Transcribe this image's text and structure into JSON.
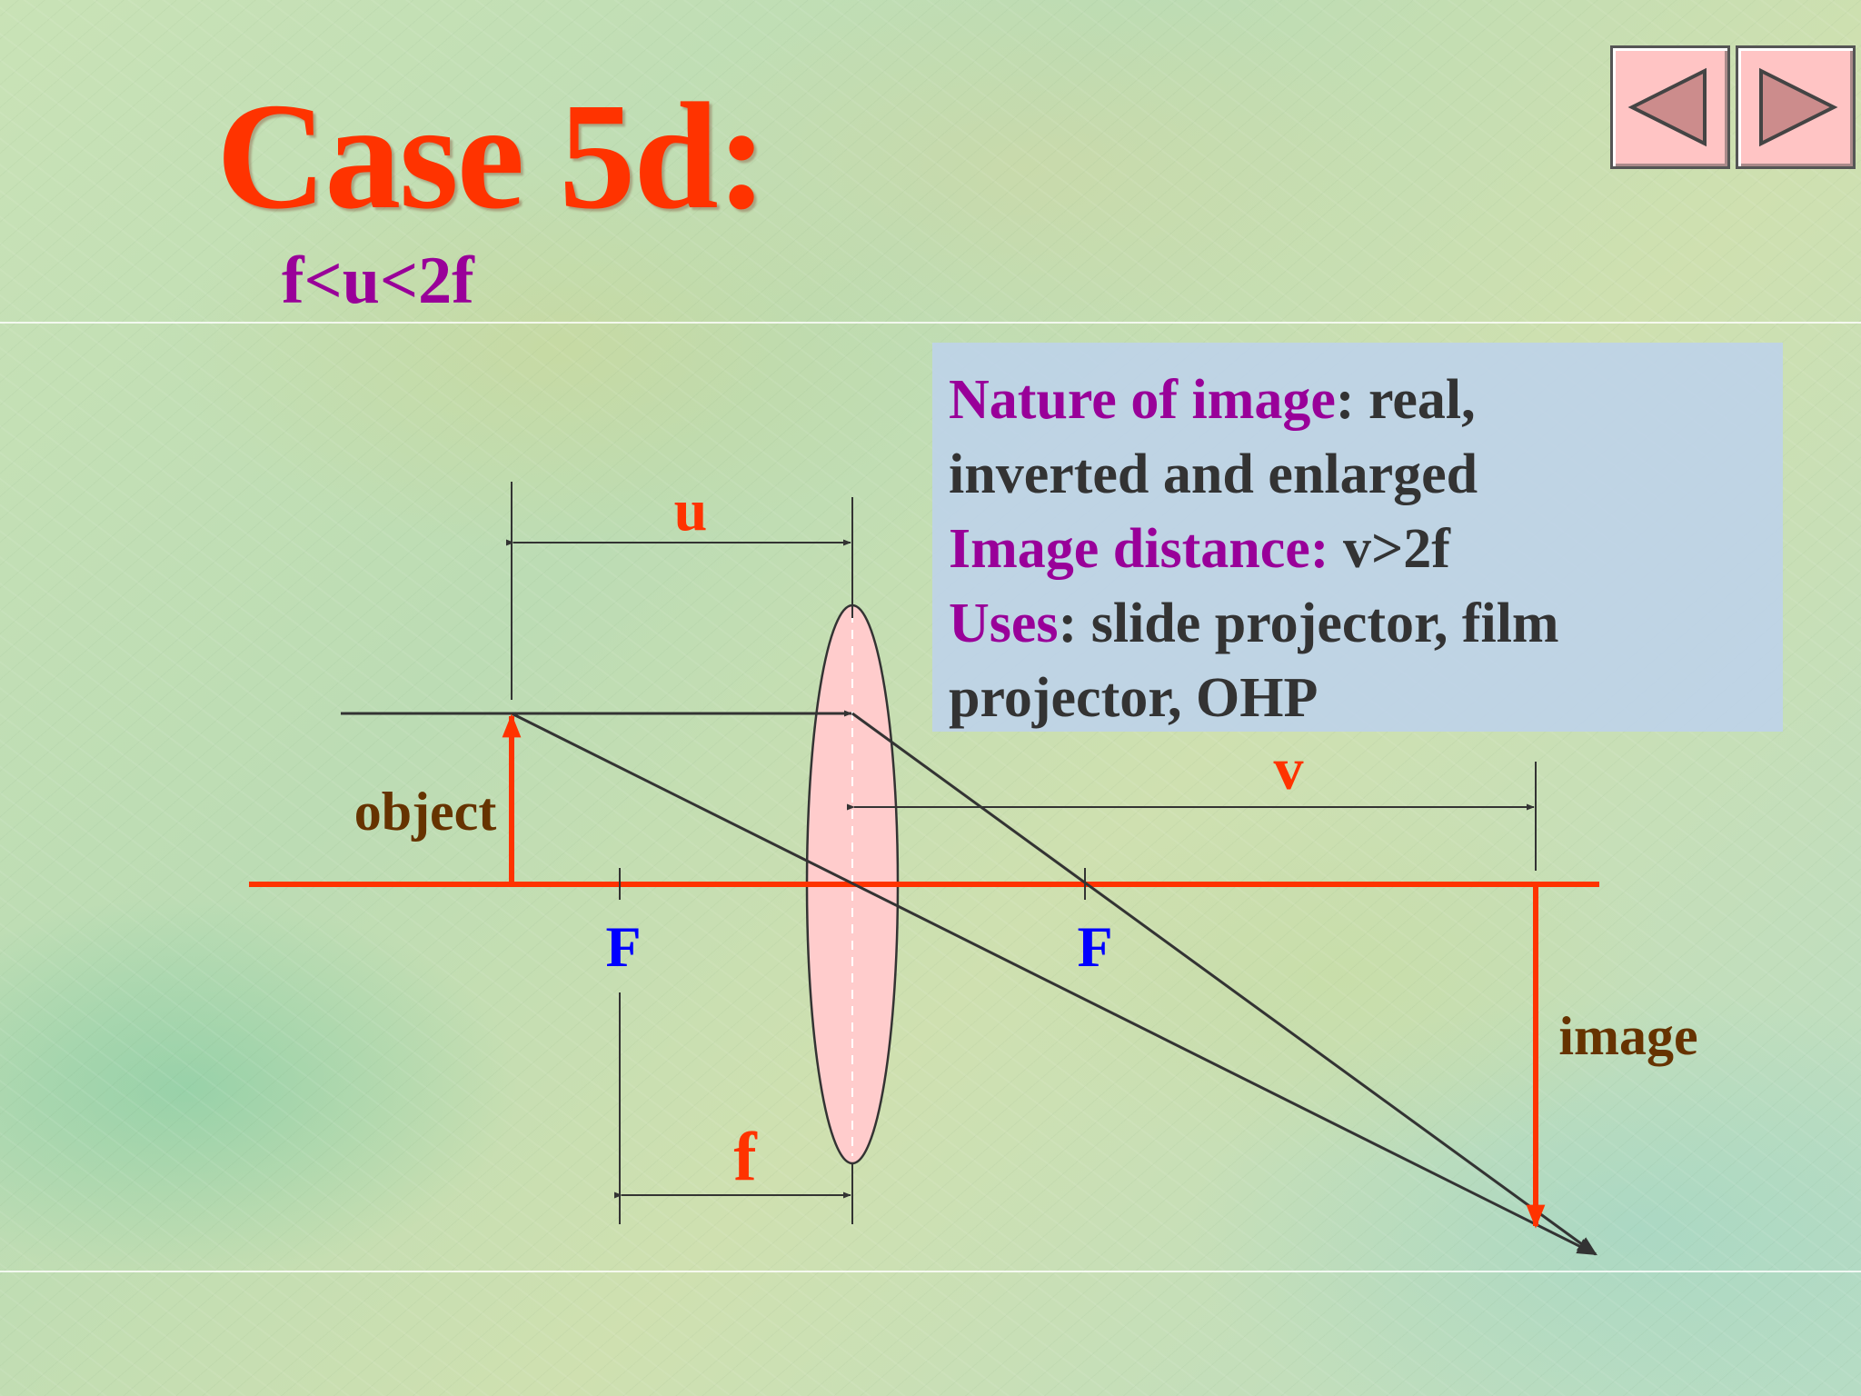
{
  "slide": {
    "title": "Case 5d:",
    "subtitle": "f<u<2f"
  },
  "navigation": {
    "previous_icon": "triangle-left-icon",
    "next_icon": "triangle-right-icon"
  },
  "info_box": {
    "line1_label": "Nature of image",
    "line1_value": ": real,",
    "line2_value": "inverted and enlarged",
    "line3_label": "Image distance:",
    "line3_value": " v>2f",
    "line4_label": "Uses",
    "line4_value": ": slide projector, film",
    "line5_value": "projector, OHP"
  },
  "diagram": {
    "label_u": "u",
    "label_v": "v",
    "label_f": "f",
    "label_focal_left": "F",
    "label_focal_right": "F",
    "label_object": "object",
    "label_image": "image"
  },
  "colors": {
    "title": "#ff3300",
    "subtitle": "#990099",
    "info_label": "#990099",
    "info_text": "#333333",
    "axis": "#ff3300",
    "distance_label": "#ff3300",
    "focal_label": "#0000ff",
    "object_image_label": "#663300",
    "lens_fill": "#ffcccc",
    "info_box": "#bed2e8"
  }
}
